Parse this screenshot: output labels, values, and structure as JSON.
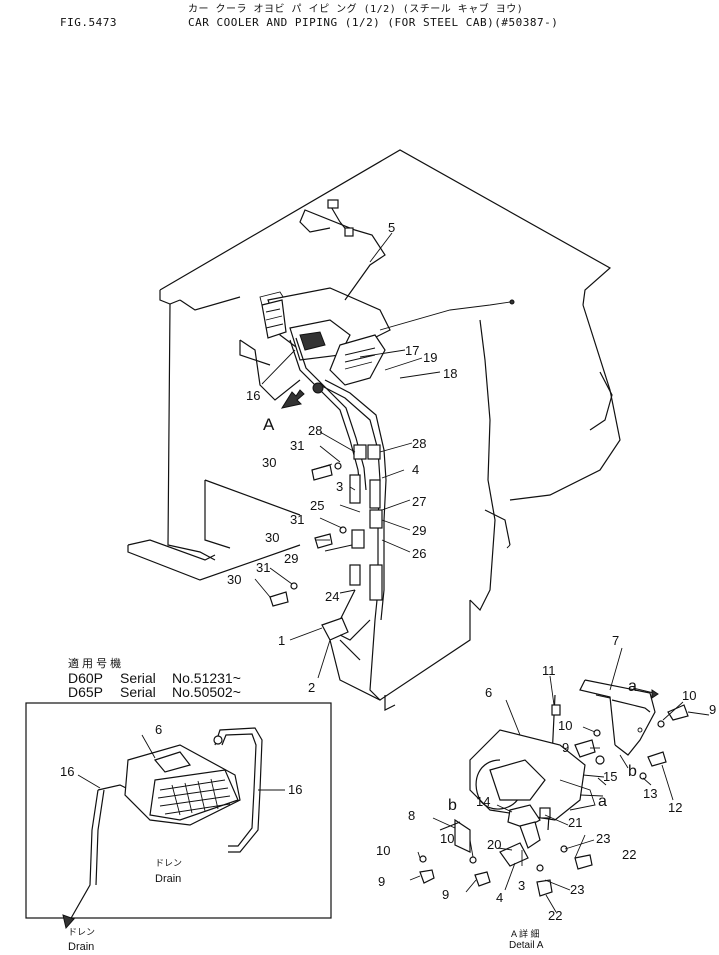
{
  "header": {
    "fig_no": "FIG.5473",
    "title_jp": "カー クーラ オヨビ パ イピ ング (1/2) (スチール キャブ ヨウ)",
    "title": "CAR COOLER AND PIPING (1/2) (FOR STEEL CAB)(#50387-)"
  },
  "serial_block": {
    "heading_jp": "適 用 号 機",
    "rows": [
      {
        "model": "D60P",
        "word": "Serial",
        "no": "No.51231~"
      },
      {
        "model": "D65P",
        "word": "Serial",
        "no": "No.50502~"
      }
    ]
  },
  "view_labels": {
    "arrow_a": "A",
    "ref_a": "a",
    "ref_b": "b",
    "detail_jp": "A 詳 細",
    "detail": "Detail A",
    "drain_jp": "ドレン",
    "drain": "Drain"
  },
  "callouts": {
    "c1": "1",
    "c2": "2",
    "c3": "3",
    "c4": "4",
    "c5": "5",
    "c6": "6",
    "c7": "7",
    "c8": "8",
    "c9": "9",
    "c10": "10",
    "c11": "11",
    "c12": "12",
    "c13": "13",
    "c14": "14",
    "c15": "15",
    "c16": "16",
    "c17": "17",
    "c18": "18",
    "c19": "19",
    "c20": "20",
    "c21": "21",
    "c22": "22",
    "c23": "23",
    "c24": "24",
    "c25": "25",
    "c26": "26",
    "c27": "27",
    "c28": "28",
    "c29": "29",
    "c30": "30",
    "c31": "31"
  }
}
